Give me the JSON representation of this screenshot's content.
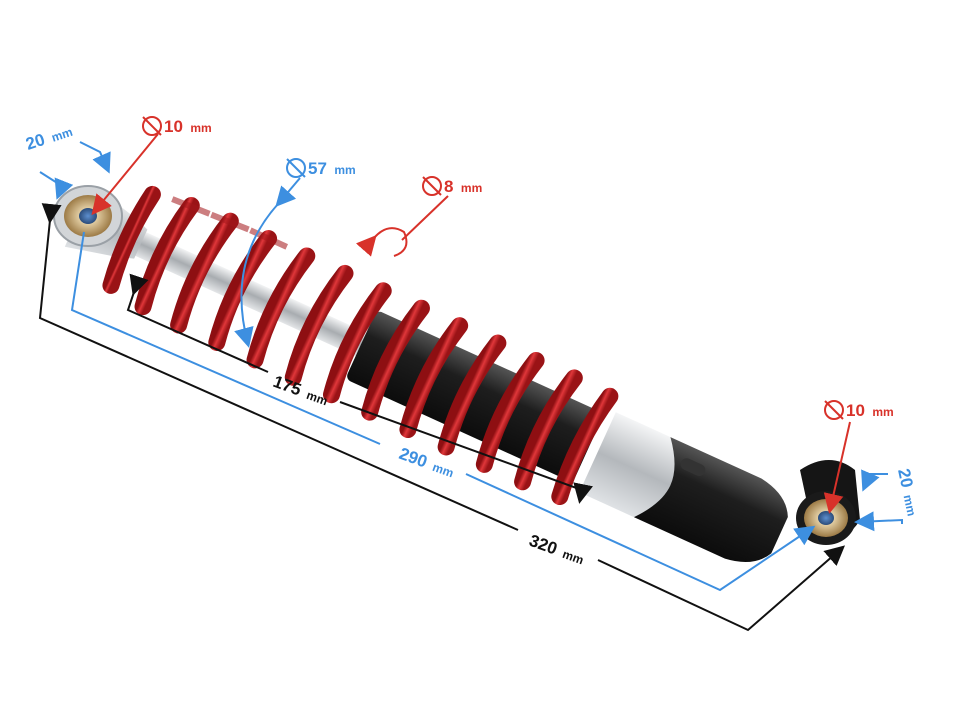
{
  "colors": {
    "red_annotation": "#d8322a",
    "blue_annotation": "#3d8fe0",
    "black_annotation": "#111111",
    "spring_red": "#c81e22",
    "body_black": "#1a1a1a",
    "chrome": "#c9ccd0",
    "bushing": "#c9a774"
  },
  "labels": {
    "top_eye_width_value": "20",
    "top_eye_width_unit": "mm",
    "top_bore_value": "10",
    "top_bore_unit": "mm",
    "spring_outer_value": "57",
    "spring_outer_unit": "mm",
    "wire_value": "8",
    "wire_unit": "mm",
    "spring_length_value": "175",
    "spring_length_unit": "mm",
    "center_length_value": "290",
    "center_length_unit": "mm",
    "overall_length_value": "320",
    "overall_length_unit": "mm",
    "bottom_bore_value": "10",
    "bottom_bore_unit": "mm",
    "bottom_eye_width_value": "20",
    "bottom_eye_width_unit": "mm"
  },
  "icons": {
    "diameter": "diameter-icon"
  }
}
